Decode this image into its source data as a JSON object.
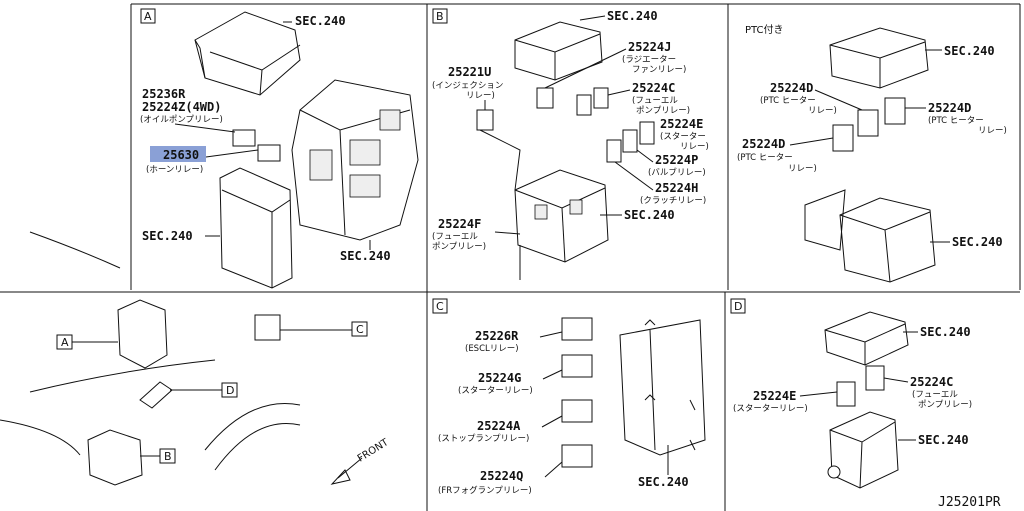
{
  "diagram_id": "J25201PR",
  "panels": {
    "A": {
      "letter": "A",
      "sec_top": "SEC.240",
      "sec_left": "SEC.240",
      "sec_bottom": "SEC.240",
      "p1_num_a": "25236R",
      "p1_num_b": "25224Z(4WD)",
      "p1_sub": "(オイルポンプリレー)",
      "p2_num": "25630",
      "p2_sub": "(ホーンリレー)"
    },
    "B": {
      "letter": "B",
      "sec_top": "SEC.240",
      "sec_bottom": "SEC.240",
      "p_25221U": "25221U",
      "p_25221U_sub1": "(インジェクション",
      "p_25221U_sub2": "リレー)",
      "p_25224J": "25224J",
      "p_25224J_sub1": "(ラジエーター",
      "p_25224J_sub2": "ファンリレー)",
      "p_25224C": "25224C",
      "p_25224C_sub1": "(フューエル",
      "p_25224C_sub2": "ポンプリレー)",
      "p_25224E": "25224E",
      "p_25224E_sub1": "(スターター",
      "p_25224E_sub2": "リレー)",
      "p_25224P": "25224P",
      "p_25224P_sub": "(バルブリレー)",
      "p_25224H": "25224H",
      "p_25224H_sub": "(クラッチリレー)",
      "p_25224F": "25224F",
      "p_25224F_sub1": "(フューエル",
      "p_25224F_sub2": "ポンプリレー)"
    },
    "PTC": {
      "title": "PTC付き",
      "sec_top": "SEC.240",
      "sec_bottom": "SEC.240",
      "d1": "25224D",
      "d1_sub1": "(PTC ヒーター",
      "d1_sub2": "リレー)",
      "d2": "25224D",
      "d2_sub1": "(PTC ヒーター",
      "d2_sub2": "リレー)",
      "d3": "25224D",
      "d3_sub1": "(PTC ヒーター",
      "d3_sub2": "リレー)"
    },
    "C": {
      "letter": "C",
      "sec": "SEC.240",
      "r1": "25226R",
      "r1_sub": "(ESCLリレー)",
      "r2": "25224G",
      "r2_sub": "(スターターリレー)",
      "r3": "25224A",
      "r3_sub": "(ストップランプリレー)",
      "r4": "25224Q",
      "r4_sub": "(FRフォグランプリレー)"
    },
    "D": {
      "letter": "D",
      "sec_top": "SEC.240",
      "sec_bottom": "SEC.240",
      "e": "25224E",
      "e_sub": "(スターターリレー)",
      "c": "25224C",
      "c_sub1": "(フューエル",
      "c_sub2": "ポンプリレー)"
    },
    "overview": {
      "A": "A",
      "B": "B",
      "C": "C",
      "D": "D",
      "front": "FRONT"
    }
  }
}
